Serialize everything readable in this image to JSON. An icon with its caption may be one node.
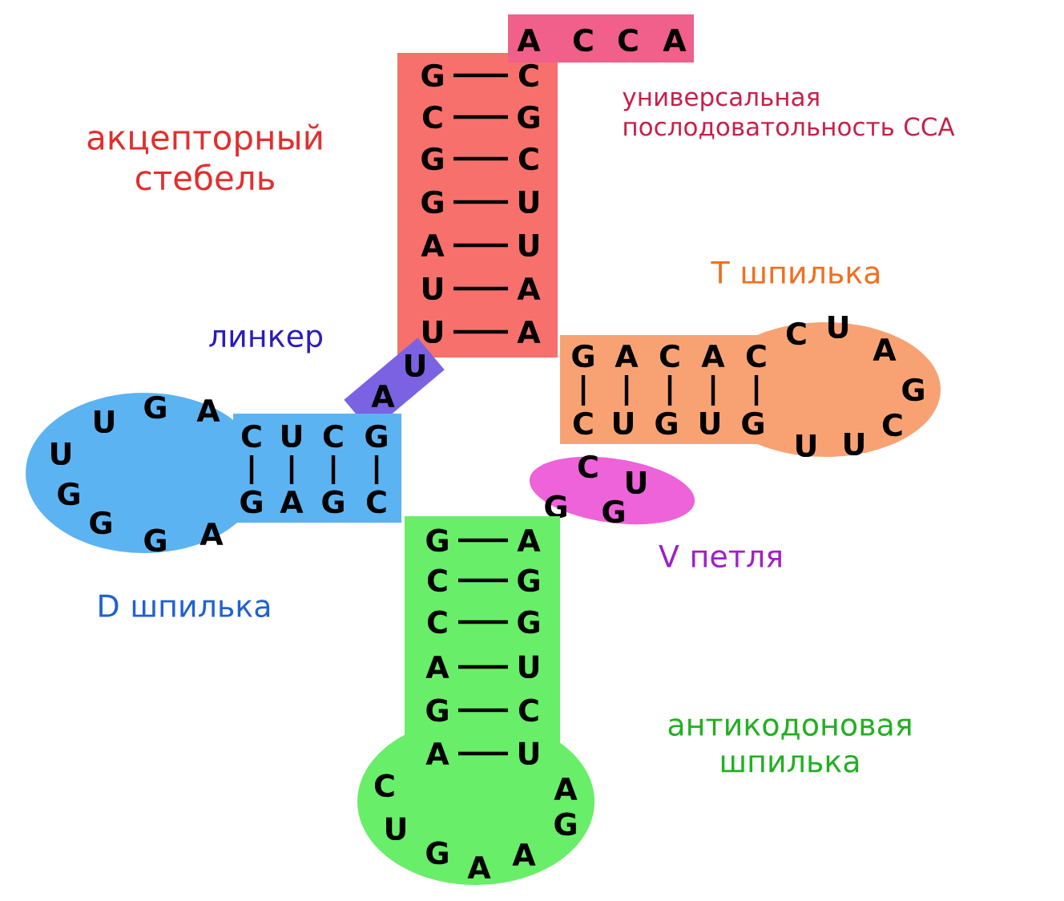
{
  "diagram": {
    "nodes": [
      {
        "text": [
          "G",
          "C",
          "C",
          "G",
          "G",
          "C",
          "G",
          "U",
          "A",
          "U",
          "U",
          "A",
          "U",
          "A"
        ]
      },
      {
        "text": [
          "A",
          "C",
          "C",
          "A"
        ]
      },
      {
        "text": [
          "U",
          "A"
        ]
      },
      {
        "text": [
          "U",
          "G",
          "A",
          "C",
          "U",
          "C",
          "G",
          "U",
          "G",
          "G",
          "A",
          "G",
          "C",
          "G",
          "G",
          "A"
        ]
      },
      {
        "text": [
          "G",
          "A",
          "C",
          "A",
          "C",
          "C",
          "U",
          "A",
          "G",
          "C",
          "U",
          "G",
          "U",
          "G",
          "C",
          "U",
          "U"
        ]
      },
      {
        "text": [
          "C",
          "U",
          "G",
          "G"
        ]
      },
      {
        "text": [
          "G",
          "A",
          "C",
          "G",
          "C",
          "G",
          "A",
          "U",
          "G",
          "C",
          "A",
          "U",
          "C",
          "A",
          "U",
          "G",
          "G",
          "A",
          "A"
        ]
      }
    ],
    "labels": [
      "акцепторный стебель",
      "универсальная послодоватольность CCA",
      "Т шпилька",
      "линкер",
      "D шпилька",
      "V петля",
      "антикодоновая шпилька"
    ]
  }
}
